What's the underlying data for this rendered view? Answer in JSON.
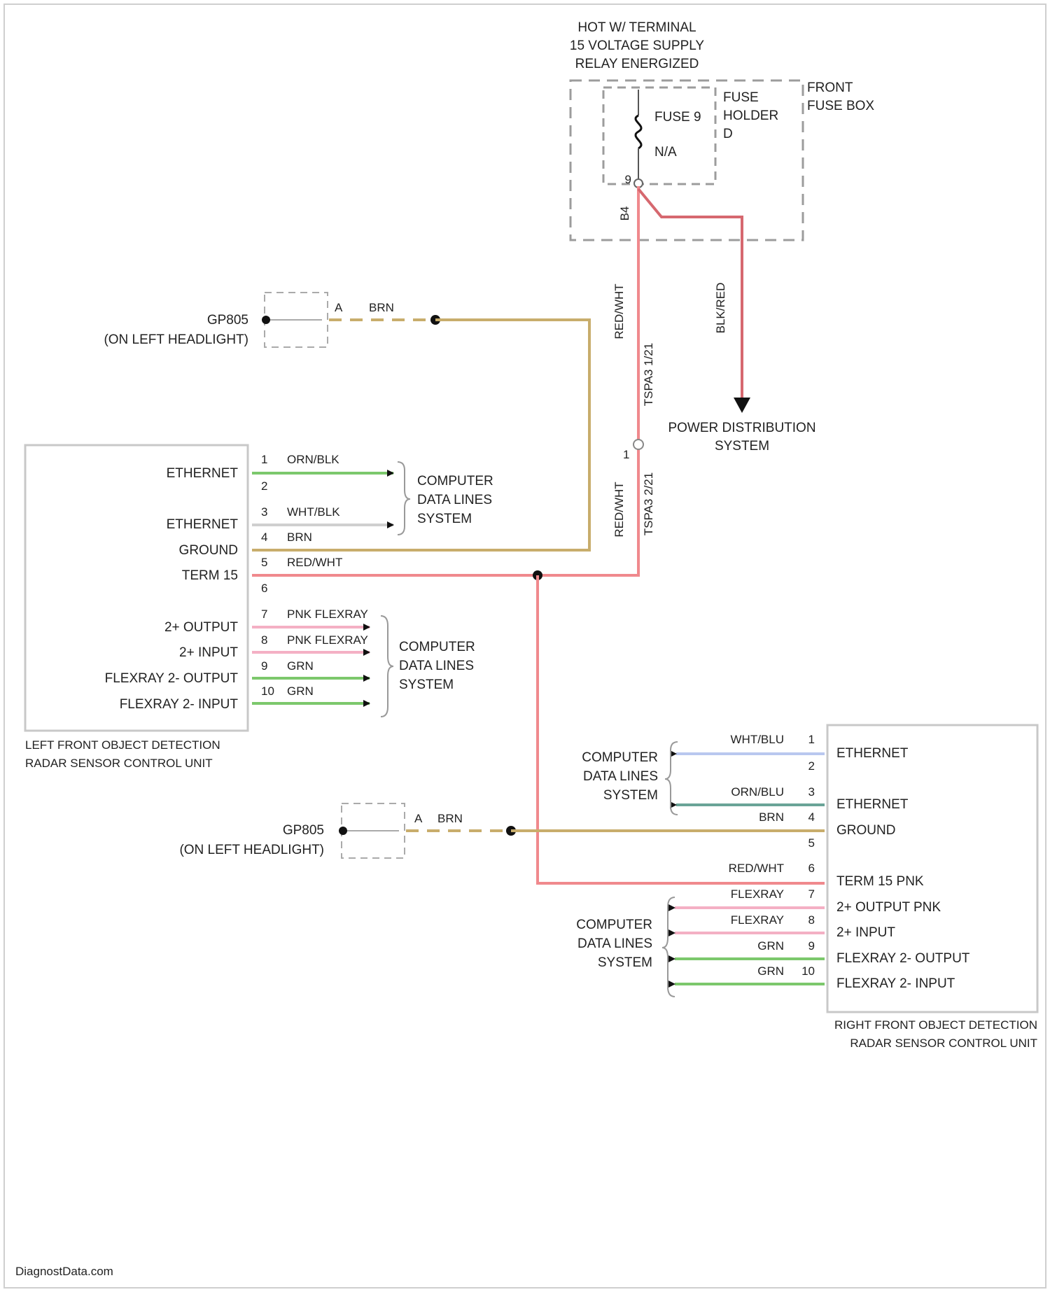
{
  "fuse_box": {
    "supply_lines": [
      "HOT W/ TERMINAL",
      "15 VOLTAGE SUPPLY",
      "RELAY ENERGIZED"
    ],
    "fuse_label": "FUSE 9",
    "fuse_rating": "N/A",
    "holder_lines": [
      "FUSE",
      "HOLDER",
      "D"
    ],
    "box_lines": [
      "FRONT",
      "FUSE BOX"
    ],
    "pin_top": "9",
    "pin_side": "B4"
  },
  "power": {
    "wire_redwht": "RED/WHT",
    "wire_blkred": "BLK/RED",
    "lines": [
      "POWER DISTRIBUTION",
      "SYSTEM"
    ],
    "splice_upper": "TSPA3 1/21",
    "splice_lower": "TSPA3 2/21",
    "pin_1": "1"
  },
  "ground_top": {
    "name": "GP805",
    "location": "(ON LEFT HEADLIGHT)",
    "pin": "A",
    "wire": "BRN"
  },
  "ground_bottom": {
    "name": "GP805",
    "location": "(ON LEFT HEADLIGHT)",
    "pin": "A",
    "wire": "BRN"
  },
  "left_unit": {
    "title": [
      "LEFT FRONT OBJECT DETECTION",
      "RADAR SENSOR CONTROL UNIT"
    ],
    "pins": [
      {
        "num": "1",
        "label": "ETHERNET",
        "wire": "ORN/BLK"
      },
      {
        "num": "2",
        "label": "",
        "wire": ""
      },
      {
        "num": "3",
        "label": "ETHERNET",
        "wire": "WHT/BLK"
      },
      {
        "num": "4",
        "label": "GROUND",
        "wire": "BRN"
      },
      {
        "num": "5",
        "label": "TERM 15",
        "wire": "RED/WHT"
      },
      {
        "num": "6",
        "label": "",
        "wire": ""
      },
      {
        "num": "7",
        "label": "2+ OUTPUT",
        "wire": "PNK FLEXRAY"
      },
      {
        "num": "8",
        "label": "2+ INPUT",
        "wire": "PNK FLEXRAY"
      },
      {
        "num": "9",
        "label": "FLEXRAY 2- OUTPUT",
        "wire": "GRN"
      },
      {
        "num": "10",
        "label": "FLEXRAY 2- INPUT",
        "wire": "GRN"
      }
    ],
    "data_group_1": [
      "COMPUTER",
      "DATA LINES",
      "SYSTEM"
    ],
    "data_group_2": [
      "COMPUTER",
      "DATA LINES",
      "SYSTEM"
    ]
  },
  "right_unit": {
    "title": [
      "RIGHT FRONT OBJECT DETECTION",
      "RADAR SENSOR CONTROL UNIT"
    ],
    "pins": [
      {
        "num": "1",
        "label": "ETHERNET",
        "wire": "WHT/BLU"
      },
      {
        "num": "2",
        "label": "",
        "wire": ""
      },
      {
        "num": "3",
        "label": "ETHERNET",
        "wire": "ORN/BLU"
      },
      {
        "num": "4",
        "label": "GROUND",
        "wire": "BRN"
      },
      {
        "num": "5",
        "label": "",
        "wire": ""
      },
      {
        "num": "6",
        "label": "TERM 15 PNK",
        "wire": "RED/WHT"
      },
      {
        "num": "7",
        "label": "2+ OUTPUT PNK",
        "wire": "FLEXRAY"
      },
      {
        "num": "8",
        "label": "2+ INPUT",
        "wire": "FLEXRAY"
      },
      {
        "num": "9",
        "label": "FLEXRAY 2- OUTPUT",
        "wire": "GRN"
      },
      {
        "num": "10",
        "label": "FLEXRAY 2- INPUT",
        "wire": "GRN"
      }
    ],
    "data_group_1": [
      "COMPUTER",
      "DATA LINES",
      "SYSTEM"
    ],
    "data_group_2": [
      "COMPUTER",
      "DATA LINES",
      "SYSTEM"
    ]
  },
  "watermark": "DiagnostData.com",
  "colors": {
    "red_wht": "#f0898d",
    "blk_red": "#d6686f",
    "brown": "#c8ad6c",
    "green": "#7cc86c",
    "pink": "#f4b0c4",
    "wht_blk": "#cfcfcf",
    "wht_blu": "#b9c8ef",
    "orn_blu": "#6aa497",
    "dash": "#9c9c9c",
    "border": "#c8c8c8"
  }
}
